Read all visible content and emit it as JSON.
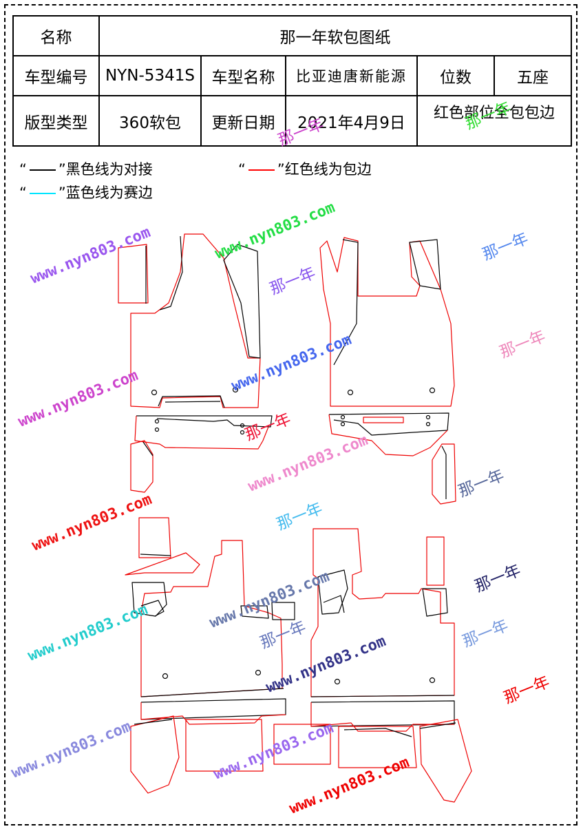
{
  "table": {
    "name_label": "名称",
    "name_value": "那一年软包图纸",
    "model_code_label": "车型编号",
    "model_code_value": "NYN-5341S",
    "model_name_label": "车型名称",
    "model_name_value": "比亚迪唐新能源",
    "seats_label": "位数",
    "seats_value": "五座",
    "pattern_type_label": "版型类型",
    "pattern_type_value": "360软包",
    "update_label": "更新日期",
    "update_value": "2021年4月9日",
    "note": "红色部位全包包边"
  },
  "legend": {
    "open_quote": "“",
    "close_quote": "”",
    "black_text": "黑色线为对接",
    "red_text": "红色线为包边",
    "cyan_text": "蓝色线为赛边",
    "black_color": "#000000",
    "red_color": "#ff0000",
    "cyan_color": "#00e5ff"
  },
  "watermarks": {
    "url_text": "www.nyn803.com",
    "name_text": "那一年"
  }
}
